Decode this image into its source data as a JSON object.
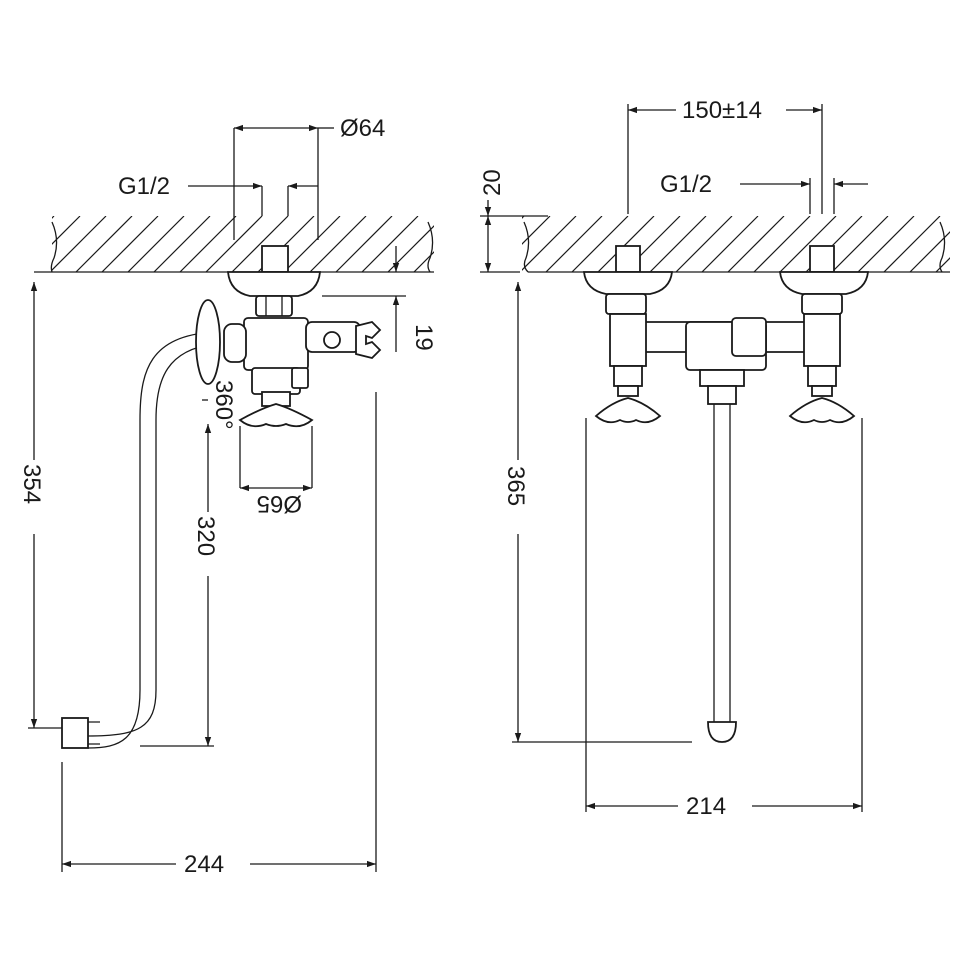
{
  "colors": {
    "line": "#1a1a1a",
    "background": "#ffffff"
  },
  "side_view": {
    "dim_flange_diameter": "Ø64",
    "dim_thread": "G1/2",
    "dim_offset": "19",
    "dim_rotation": "360°",
    "dim_handle_diameter": "Ø65",
    "dim_spout_height": "320",
    "dim_total_height": "354",
    "dim_spout_reach": "244"
  },
  "front_view": {
    "dim_centers": "150±14",
    "dim_thread": "G1/2",
    "dim_wall_offset": "20",
    "dim_total_height": "365",
    "dim_width": "214"
  }
}
